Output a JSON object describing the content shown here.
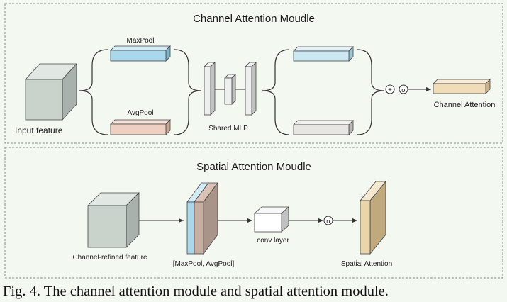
{
  "channel_module": {
    "title": "Channel Attention Moudle",
    "input_label": "Input feature",
    "maxpool_label": "MaxPool",
    "avgpool_label": "AvgPool",
    "mlp_label": "Shared MLP",
    "output_label": "Channel Attention",
    "operator_symbols": [
      "+",
      "σ"
    ]
  },
  "spatial_module": {
    "title": "Spatial Attention Moudle",
    "input_label": "Channel-refined feature",
    "concat_label": "[MaxPool, AvgPool]",
    "conv_label": "conv layer",
    "output_label": "Spatial Attention",
    "operator_symbols": [
      "σ"
    ]
  },
  "caption": "Fig. 4.   The channel attention module and spatial attention module.",
  "colors": {
    "background": "#f3f8f1",
    "panel_border": "#7f8f86",
    "cube_gray": "#c9d3cc",
    "maxpool_blue": "#a9d8ec",
    "avgpool_pink": "#eed0c3",
    "feature_light_blue": "#cbe7f1",
    "feature_light_gray": "#e7e6e3",
    "channel_attention": "#f0ddb7",
    "spatial_attention": "#e9d5a9"
  }
}
